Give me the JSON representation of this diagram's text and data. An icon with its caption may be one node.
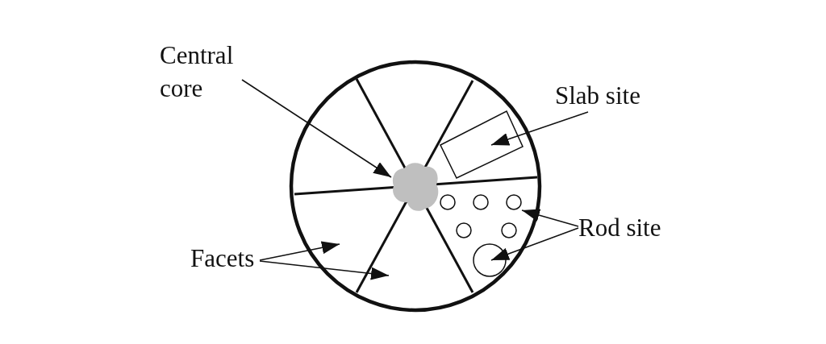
{
  "diagram": {
    "nodes": [
      {
        "text": [
          "Central core"
        ]
      },
      {
        "text": [],
        "shape": "cloud"
      },
      {
        "text": [
          "Slab site"
        ]
      },
      {
        "text": [],
        "shape": "box"
      },
      {
        "text": [
          "Rod site"
        ]
      },
      {
        "text": [],
        "shape": "circle"
      },
      {
        "text": [],
        "shape": "circle"
      },
      {
        "text": [],
        "shape": "circle"
      },
      {
        "text": [],
        "shape": "circle"
      },
      {
        "text": [],
        "shape": "circle"
      },
      {
        "text": [],
        "shape": "circle"
      },
      {
        "text": [
          "Facets"
        ]
      }
    ],
    "edges": [
      {
        "from": 0,
        "to": 1,
        "arrow": "to"
      },
      {
        "from": 2,
        "to": 3,
        "arrow": "to"
      },
      {
        "from": 4,
        "to": 7,
        "arrow": "to"
      },
      {
        "from": 4,
        "to": 10,
        "arrow": "to"
      },
      {
        "from": 11,
        "to": null,
        "arrow": "to"
      },
      {
        "from": 11,
        "to": null,
        "arrow": "to"
      }
    ]
  }
}
